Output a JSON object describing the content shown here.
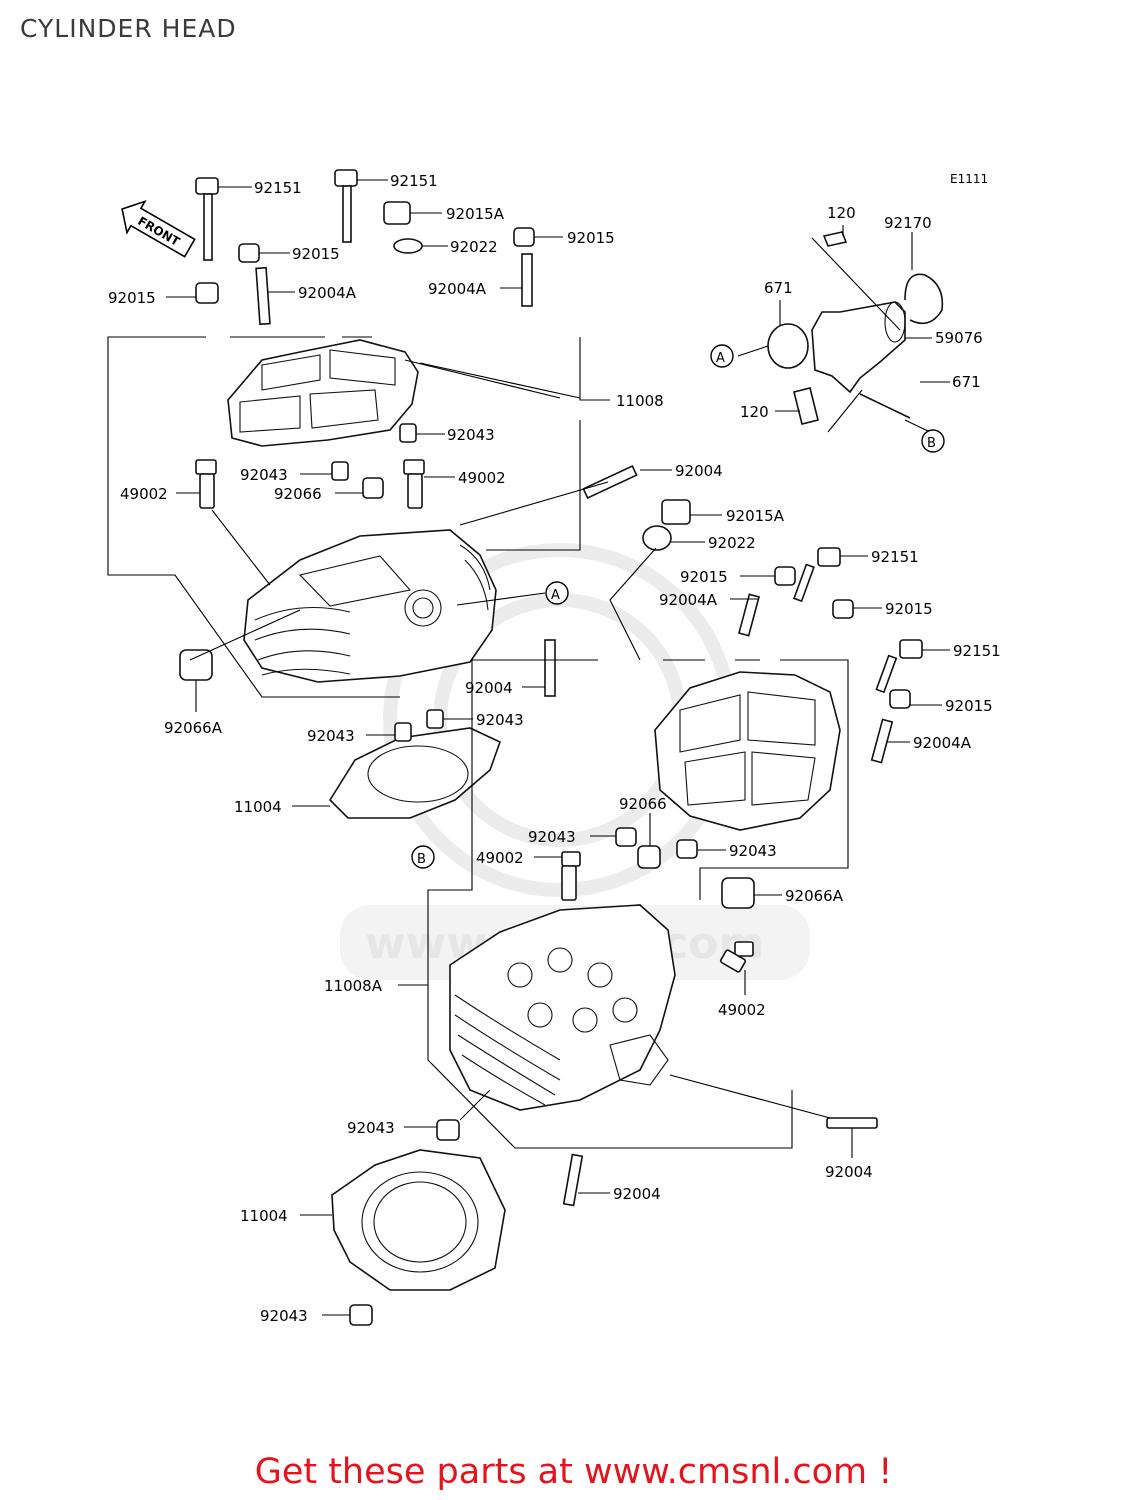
{
  "title": "CYLINDER HEAD",
  "diagram_code": "E1111",
  "front_label": "FRONT",
  "watermark": "www.cmsnl.com",
  "footer": "Get these parts at www.cmsnl.com !",
  "callouts": {
    "A": "A",
    "B": "B"
  },
  "labels": [
    {
      "id": "l1",
      "text": "92151"
    },
    {
      "id": "l2",
      "text": "92151"
    },
    {
      "id": "l3",
      "text": "92015A"
    },
    {
      "id": "l4",
      "text": "92015"
    },
    {
      "id": "l5",
      "text": "92022"
    },
    {
      "id": "l6",
      "text": "92015"
    },
    {
      "id": "l7",
      "text": "92004A"
    },
    {
      "id": "l8",
      "text": "92015"
    },
    {
      "id": "l9",
      "text": "92004A"
    },
    {
      "id": "l10",
      "text": "11008"
    },
    {
      "id": "l11",
      "text": "92043"
    },
    {
      "id": "l12",
      "text": "92043"
    },
    {
      "id": "l13",
      "text": "49002"
    },
    {
      "id": "l14",
      "text": "92066"
    },
    {
      "id": "l15",
      "text": "49002"
    },
    {
      "id": "l16",
      "text": "92004"
    },
    {
      "id": "l17",
      "text": "92015A"
    },
    {
      "id": "l18",
      "text": "92022"
    },
    {
      "id": "l19",
      "text": "92151"
    },
    {
      "id": "l20",
      "text": "92015"
    },
    {
      "id": "l21",
      "text": "92004A"
    },
    {
      "id": "l22",
      "text": "92015"
    },
    {
      "id": "l23",
      "text": "92151"
    },
    {
      "id": "l24",
      "text": "92015"
    },
    {
      "id": "l25",
      "text": "92004A"
    },
    {
      "id": "l26",
      "text": "92004"
    },
    {
      "id": "l27",
      "text": "92066A"
    },
    {
      "id": "l28",
      "text": "92043"
    },
    {
      "id": "l29",
      "text": "92043"
    },
    {
      "id": "l30",
      "text": "11004"
    },
    {
      "id": "l31",
      "text": "92066"
    },
    {
      "id": "l32",
      "text": "92043"
    },
    {
      "id": "l33",
      "text": "49002"
    },
    {
      "id": "l34",
      "text": "92043"
    },
    {
      "id": "l35",
      "text": "92066A"
    },
    {
      "id": "l36",
      "text": "49002"
    },
    {
      "id": "l37",
      "text": "11008A"
    },
    {
      "id": "l38",
      "text": "92043"
    },
    {
      "id": "l39",
      "text": "92004"
    },
    {
      "id": "l40",
      "text": "92004"
    },
    {
      "id": "l41",
      "text": "11004"
    },
    {
      "id": "l42",
      "text": "92043"
    },
    {
      "id": "l43",
      "text": "120"
    },
    {
      "id": "l44",
      "text": "92170"
    },
    {
      "id": "l45",
      "text": "671"
    },
    {
      "id": "l46",
      "text": "59076"
    },
    {
      "id": "l47",
      "text": "671"
    },
    {
      "id": "l48",
      "text": "120"
    }
  ]
}
